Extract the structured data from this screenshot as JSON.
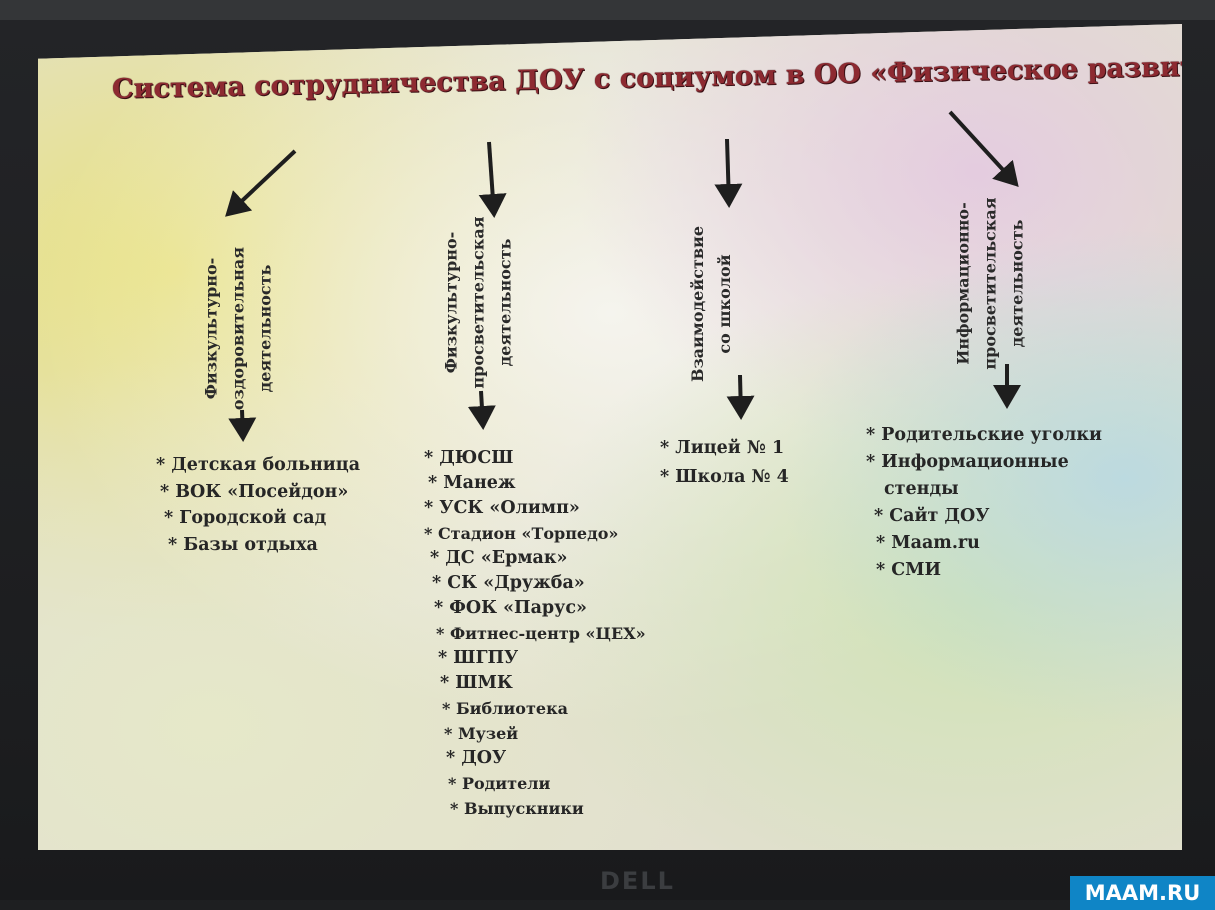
{
  "title": "Система сотрудничества ДОУ с социумом в ОО «Физическое развитие»:",
  "columns": [
    {
      "heading": [
        "Физкультурно-",
        "оздоровительная",
        "деятельность"
      ],
      "items": [
        "Детская больница",
        "ВОК «Посейдон»",
        "Городской сад",
        "Базы  отдыха"
      ]
    },
    {
      "heading": [
        "Физкультурно-",
        "просветительская",
        "деятельность"
      ],
      "items": [
        "ДЮСШ",
        "Манеж",
        "УСК «Олимп»",
        "Стадион «Торпедо»",
        "ДС «Ермак»",
        "СК «Дружба»",
        "ФОК «Парус»",
        "Фитнес-центр «ЦЕХ»",
        "ШГПУ",
        "ШМК",
        "Библиотека",
        "Музей",
        "ДОУ",
        "Родители",
        "Выпускники"
      ]
    },
    {
      "heading": [
        "Взаимодействие",
        "со  школой"
      ],
      "items": [
        "Лицей № 1",
        "Школа № 4"
      ]
    },
    {
      "heading": [
        "Информационно-",
        "просветительская",
        "деятельность"
      ],
      "items": [
        "Родительские уголки",
        "Информационные",
        "стенды",
        "Сайт ДОУ",
        "Maam.ru",
        "СМИ"
      ]
    }
  ],
  "monitor_brand": "DELL",
  "watermark": "MAAM.RU"
}
